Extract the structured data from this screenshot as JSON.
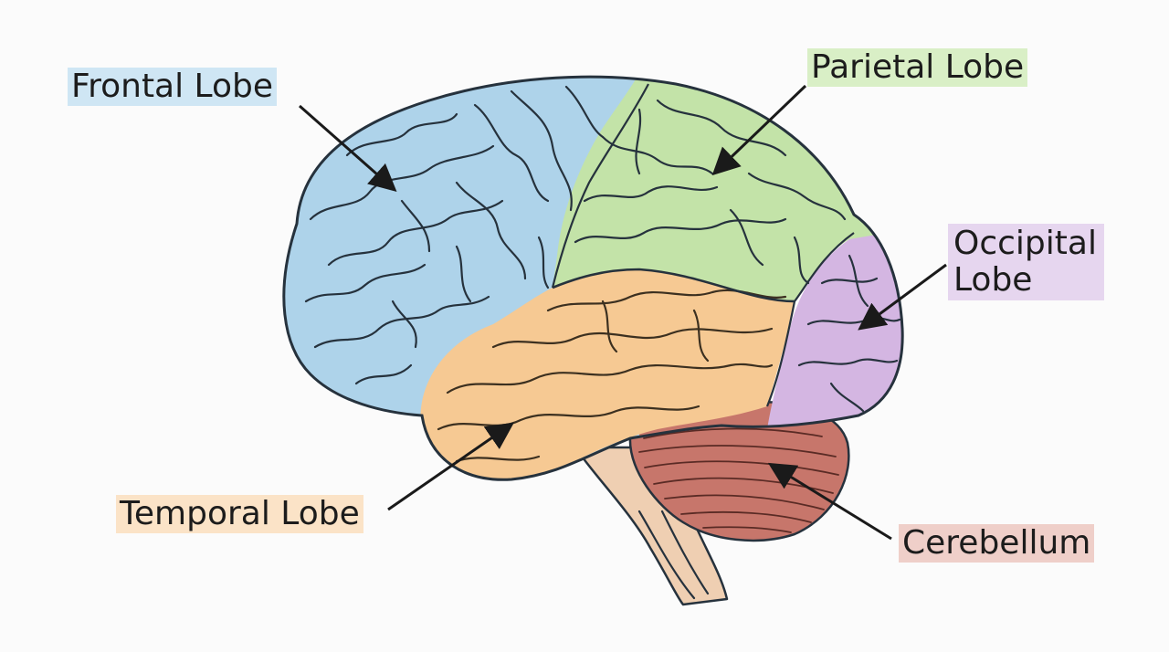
{
  "labels": {
    "frontal": "Frontal Lobe",
    "parietal": "Parietal Lobe",
    "occipital_line1": "Occipital",
    "occipital_line2": "Lobe",
    "temporal": "Temporal Lobe",
    "cerebellum": "Cerebellum"
  },
  "colors": {
    "frontal": "#aed3ea",
    "parietal": "#c3e3a8",
    "occipital": "#d4b6e2",
    "temporal": "#f6c993",
    "cerebellum": "#c7766b",
    "brainstem": "#efcfb2",
    "outline": "#26323d",
    "arrow": "#1a1a1a",
    "frontal_tag": "#cfe6f4",
    "parietal_tag": "#d9efc6",
    "occipital_tag": "#e6d6ef",
    "temporal_tag": "#fbe3c7",
    "cerebellum_tag": "#efcfc9"
  }
}
